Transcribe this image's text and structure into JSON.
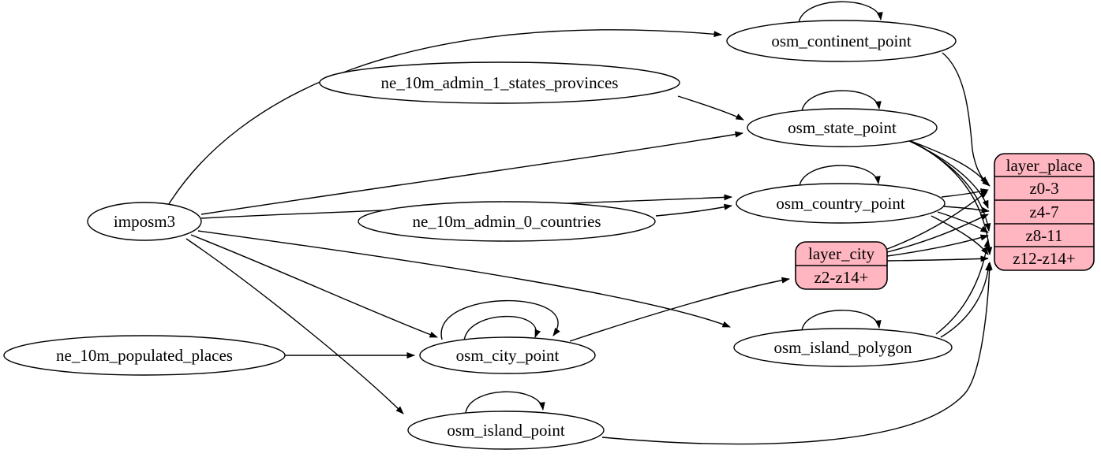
{
  "diagram": {
    "type": "etl-graph",
    "colors": {
      "background": "#ffffff",
      "edge": "#000000",
      "table_fill": "#ffffff",
      "layer_fill": "#ffb6c1"
    },
    "nodes": {
      "imposm3": {
        "label": "imposm3"
      },
      "ne_admin1": {
        "label": "ne_10m_admin_1_states_provinces"
      },
      "ne_admin0": {
        "label": "ne_10m_admin_0_countries"
      },
      "ne_populated": {
        "label": "ne_10m_populated_places"
      },
      "continent": {
        "label": "osm_continent_point"
      },
      "state": {
        "label": "osm_state_point"
      },
      "country": {
        "label": "osm_country_point"
      },
      "city": {
        "label": "osm_city_point"
      },
      "island_polygon": {
        "label": "osm_island_polygon"
      },
      "island_point": {
        "label": "osm_island_point"
      }
    },
    "records": {
      "layer_place": {
        "title": "layer_place",
        "rows": [
          "z0-3",
          "z4-7",
          "z8-11",
          "z12-z14+"
        ]
      },
      "layer_city": {
        "title": "layer_city",
        "rows": [
          "z2-z14+"
        ]
      }
    },
    "edges": [
      {
        "from": "imposm3",
        "to": "osm_continent_point"
      },
      {
        "from": "imposm3",
        "to": "osm_state_point"
      },
      {
        "from": "imposm3",
        "to": "osm_country_point"
      },
      {
        "from": "imposm3",
        "to": "osm_city_point"
      },
      {
        "from": "imposm3",
        "to": "osm_island_polygon"
      },
      {
        "from": "imposm3",
        "to": "osm_island_point"
      },
      {
        "from": "ne_10m_admin_1_states_provinces",
        "to": "osm_state_point"
      },
      {
        "from": "ne_10m_admin_0_countries",
        "to": "osm_country_point"
      },
      {
        "from": "ne_10m_populated_places",
        "to": "osm_city_point"
      },
      {
        "from": "osm_continent_point",
        "to": "osm_continent_point"
      },
      {
        "from": "osm_state_point",
        "to": "osm_state_point"
      },
      {
        "from": "osm_country_point",
        "to": "osm_country_point"
      },
      {
        "from": "osm_city_point",
        "to": "osm_city_point"
      },
      {
        "from": "osm_city_point",
        "to": "osm_city_point"
      },
      {
        "from": "osm_island_polygon",
        "to": "osm_island_polygon"
      },
      {
        "from": "osm_island_point",
        "to": "osm_island_point"
      },
      {
        "from": "osm_continent_point",
        "to": "layer_place:z0-3"
      },
      {
        "from": "osm_state_point",
        "to": "layer_place:z0-3"
      },
      {
        "from": "osm_state_point",
        "to": "layer_place:z4-7"
      },
      {
        "from": "osm_state_point",
        "to": "layer_place:z8-11"
      },
      {
        "from": "osm_state_point",
        "to": "layer_place:z12-z14+"
      },
      {
        "from": "osm_country_point",
        "to": "layer_place:z0-3"
      },
      {
        "from": "osm_country_point",
        "to": "layer_place:z4-7"
      },
      {
        "from": "osm_country_point",
        "to": "layer_place:z8-11"
      },
      {
        "from": "osm_country_point",
        "to": "layer_place:z12-z14+"
      },
      {
        "from": "layer_city",
        "to": "layer_place:z0-3"
      },
      {
        "from": "layer_city",
        "to": "layer_place:z4-7"
      },
      {
        "from": "layer_city",
        "to": "layer_place:z8-11"
      },
      {
        "from": "layer_city",
        "to": "layer_place:z12-z14+"
      },
      {
        "from": "osm_island_polygon",
        "to": "layer_place:z8-11"
      },
      {
        "from": "osm_island_polygon",
        "to": "layer_place:z12-z14+"
      },
      {
        "from": "osm_island_point",
        "to": "layer_place:z12-z14+"
      },
      {
        "from": "osm_city_point",
        "to": "layer_city:z2-z14+"
      }
    ]
  }
}
